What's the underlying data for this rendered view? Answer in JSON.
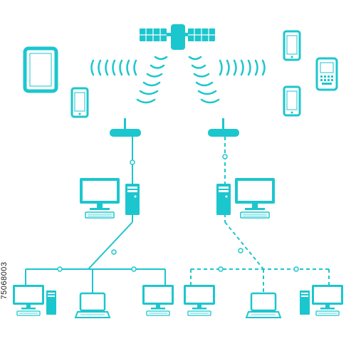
{
  "stock_id": "75068003",
  "colors": {
    "accent": "#1CC6CE",
    "background": "#FFFFFF"
  },
  "icons": [
    "satellite-icon",
    "tablet-icon",
    "smartphone-icon",
    "qwerty-phone-icon",
    "router-icon",
    "desktop-computer-icon",
    "laptop-icon",
    "signal-waves-icon"
  ],
  "connection_styles": {
    "left_network": "solid",
    "right_network": "dashed"
  }
}
